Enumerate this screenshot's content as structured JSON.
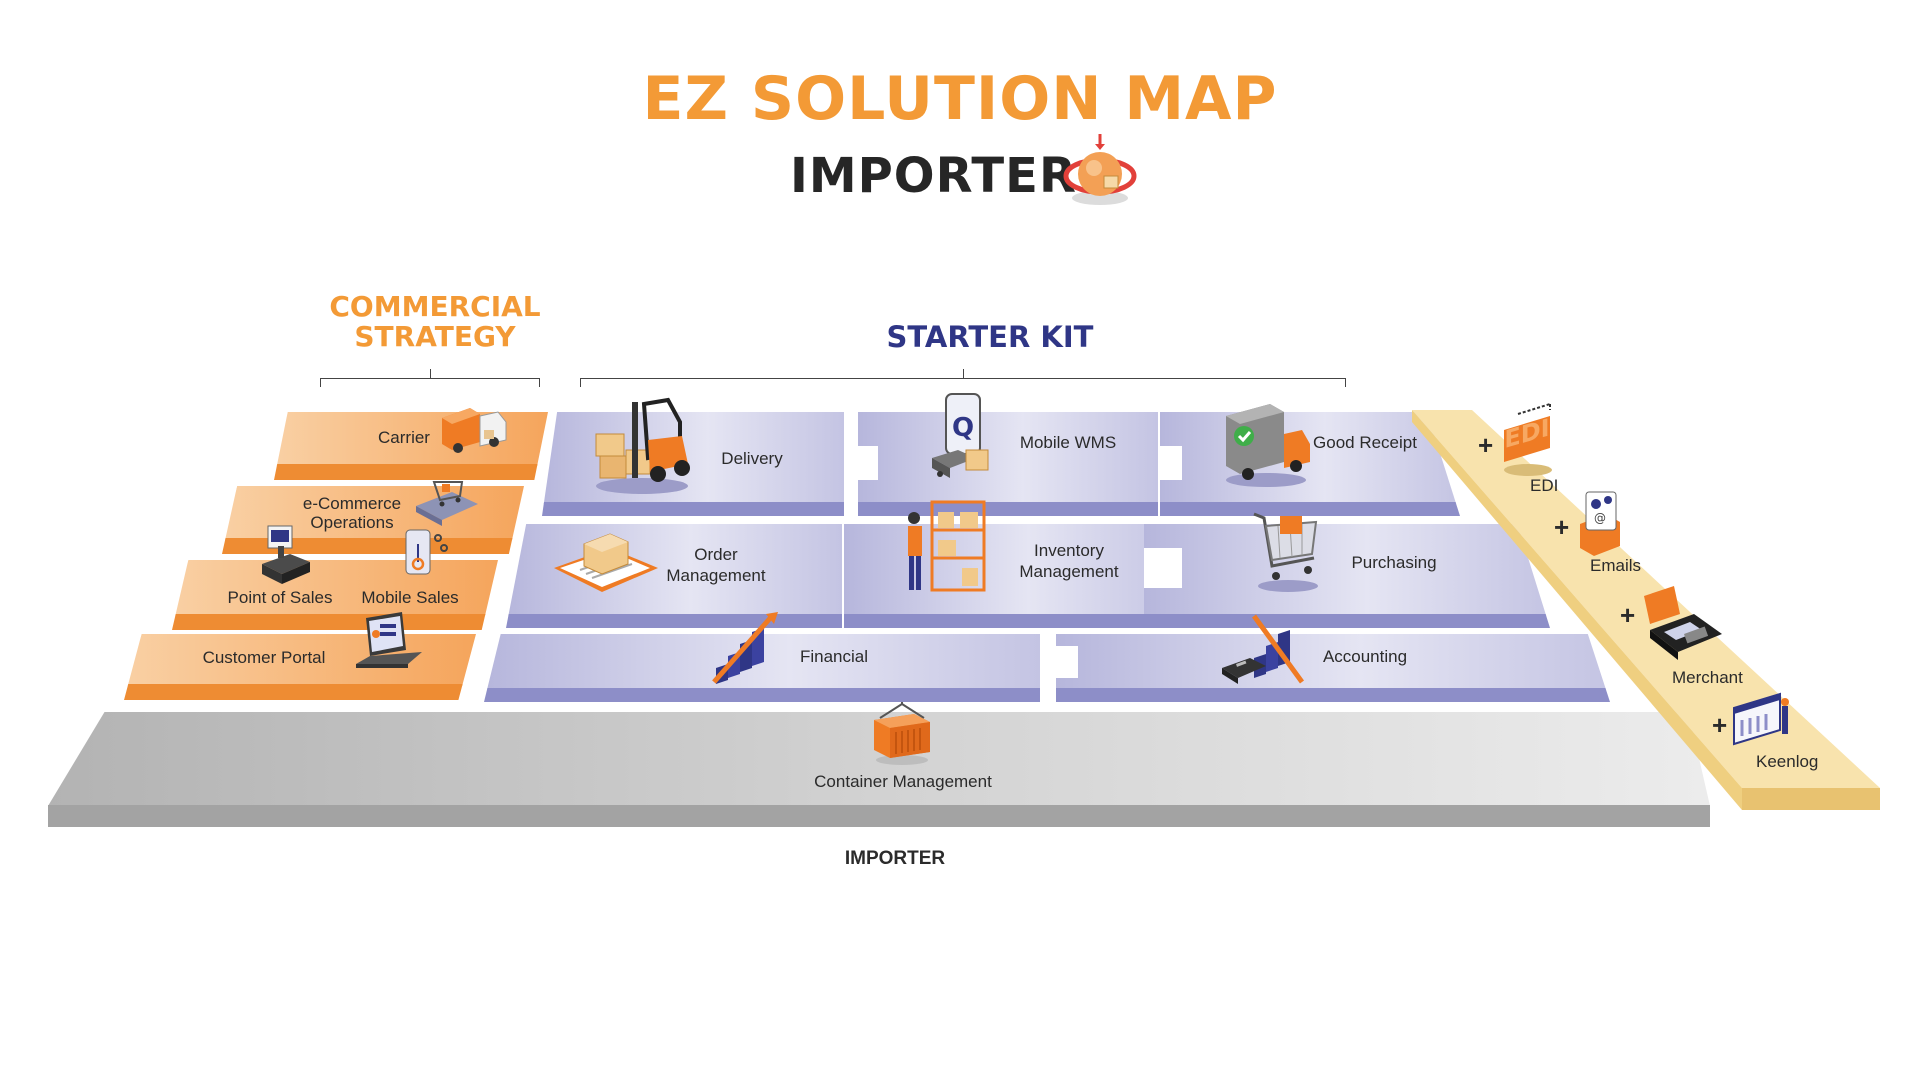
{
  "title": "EZ SOLUTION MAP",
  "subtitle": "IMPORTER",
  "sections": {
    "commercial_strategy": "COMMERCIAL STRATEGY",
    "starter_kit": "STARTER KIT"
  },
  "commercial": {
    "carrier": "Carrier",
    "ecommerce": "e-Commerce Operations",
    "point_of_sales": "Point of Sales",
    "mobile_sales": "Mobile Sales",
    "customer_portal": "Customer Portal"
  },
  "starter_kit": {
    "delivery": "Delivery",
    "mobile_wms": "Mobile WMS",
    "good_receipt": "Good Receipt",
    "order_management": "Order Management",
    "inventory_management": "Inventory Management",
    "purchasing": "Purchasing",
    "financial": "Financial",
    "accounting": "Accounting"
  },
  "base": {
    "container_management": "Container Management"
  },
  "addons": {
    "edi": "EDI",
    "emails": "Emails",
    "merchant": "Merchant",
    "keenlog": "Keenlog",
    "plus": "+",
    "edi_badge": "EDI"
  },
  "footer": "IMPORTER",
  "colors": {
    "orange": "#f39a36",
    "navy": "#2f3686",
    "purple": "#8d8ec8",
    "grey": "#a3a3a3",
    "yellow": "#f2d48a"
  },
  "icons": [
    "globe-icon",
    "truck-icon",
    "shopping-cart-icon",
    "pos-terminal-icon",
    "mobile-phone-icon",
    "laptop-icon",
    "forklift-icon",
    "smartphone-icon",
    "delivery-truck-icon",
    "clipboard-box-icon",
    "warehouse-worker-icon",
    "trolley-icon",
    "chart-stairs-icon",
    "calculator-icon",
    "container-icon",
    "edi-icon",
    "email-icon",
    "card-terminal-icon",
    "dashboard-icon"
  ]
}
